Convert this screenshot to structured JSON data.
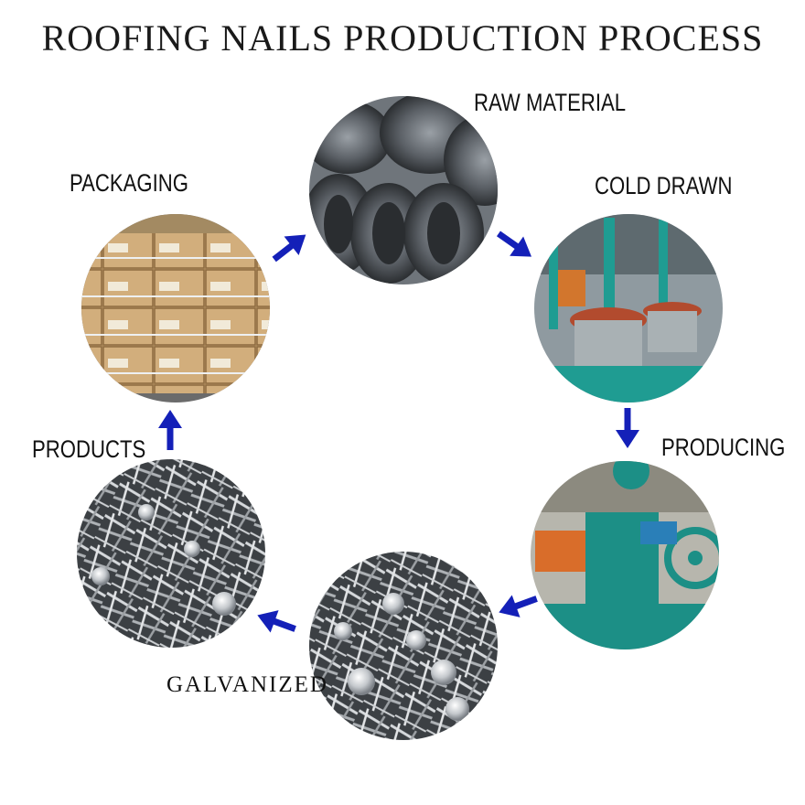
{
  "title": "ROOFING NAILS PRODUCTION PROCESS",
  "steps": {
    "raw_material": "RAW MATERIAL",
    "cold_drawn": "COLD DRAWN",
    "producing": "PRODUCING",
    "galvanized": "GALVANIZED",
    "products": "PRODUCTS",
    "packaging": "PACKAGING"
  },
  "arrow_color": "#1420b8",
  "flow_order": [
    "raw_material",
    "cold_drawn",
    "producing",
    "galvanized",
    "products",
    "packaging"
  ]
}
